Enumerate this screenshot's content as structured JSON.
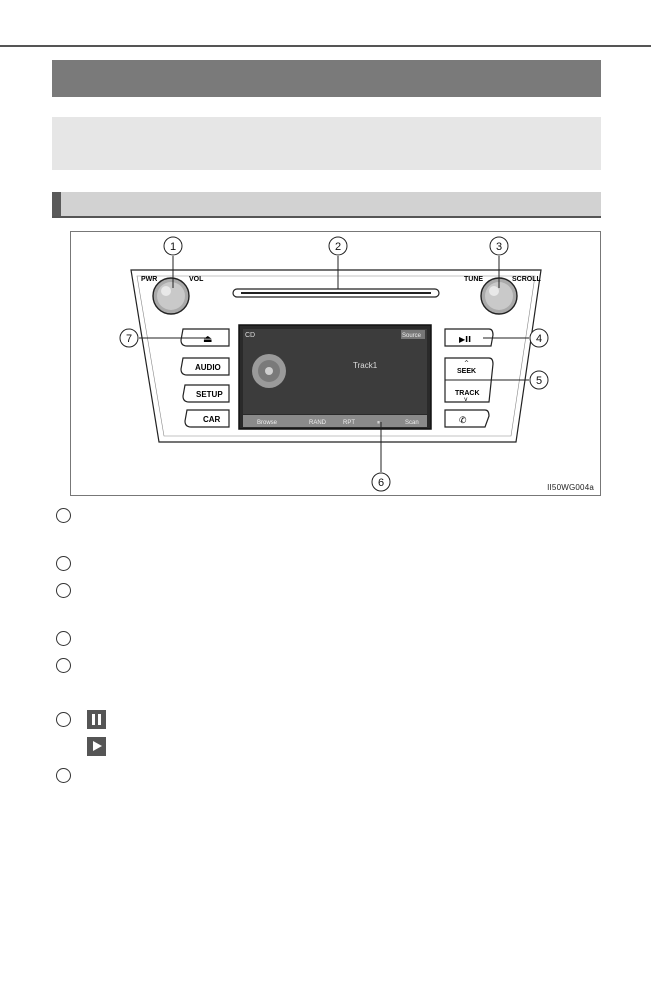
{
  "figure": {
    "image_id": "II50WG004a",
    "callouts": [
      "1",
      "2",
      "3",
      "4",
      "5",
      "6",
      "7"
    ],
    "knob_labels": {
      "pwr": "PWR",
      "vol": "VOL",
      "tune": "TUNE",
      "scroll": "SCROLL"
    },
    "buttons": {
      "eject": "⏏",
      "audio": "AUDIO",
      "setup": "SETUP",
      "car": "CAR",
      "play_pause": "▶II",
      "seek": "SEEK",
      "track": "TRACK",
      "phone": "✆"
    },
    "screen": {
      "source": "CD",
      "top_right": "Source",
      "track": "Track1",
      "bottom_tabs": [
        "Browse",
        "RAND",
        "RPT",
        "⏸",
        "Scan"
      ]
    }
  },
  "legend_items": [
    "",
    "",
    "",
    "",
    "",
    "",
    ""
  ]
}
